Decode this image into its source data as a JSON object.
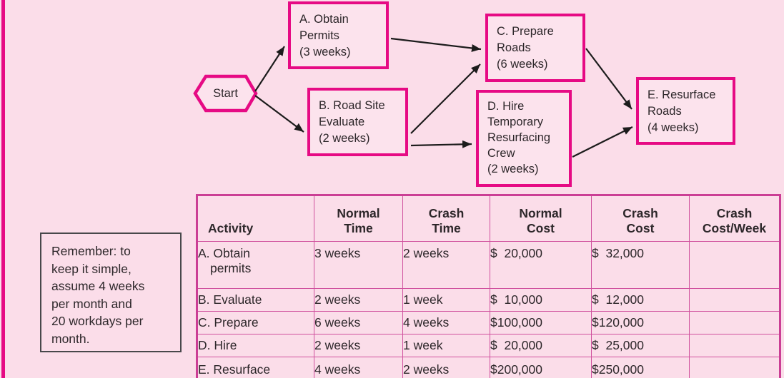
{
  "colors": {
    "background": "#fbdde9",
    "accent_magenta": "#e60a84",
    "table_line_pink": "#d0519e",
    "arrow_black": "#1c1c1c",
    "note_border_gray": "#48484b"
  },
  "diagram": {
    "start": {
      "label": "Start",
      "shape": "hexagon"
    },
    "nodes": [
      {
        "id": "A",
        "lines": [
          "A. Obtain",
          "Permits",
          "(3 weeks)"
        ]
      },
      {
        "id": "B",
        "lines": [
          "B. Road Site",
          "Evaluate",
          "(2 weeks)"
        ]
      },
      {
        "id": "C",
        "lines": [
          "C. Prepare",
          "Roads",
          "(6 weeks)"
        ]
      },
      {
        "id": "D",
        "lines": [
          "D. Hire",
          "Temporary",
          "Resurfacing",
          "Crew",
          "(2 weeks)"
        ]
      },
      {
        "id": "E",
        "lines": [
          "E. Resurface",
          "Roads",
          "(4 weeks)"
        ]
      }
    ],
    "edges": [
      {
        "from": "Start",
        "to": "A"
      },
      {
        "from": "Start",
        "to": "B"
      },
      {
        "from": "A",
        "to": "C"
      },
      {
        "from": "B",
        "to": "C"
      },
      {
        "from": "B",
        "to": "D"
      },
      {
        "from": "C",
        "to": "E"
      },
      {
        "from": "D",
        "to": "E"
      }
    ]
  },
  "note": {
    "lines": [
      "Remember: to",
      "keep it simple,",
      "assume 4 weeks",
      "per month and",
      "20 workdays per",
      "month."
    ]
  },
  "table": {
    "headers": [
      {
        "lines": [
          "Activity"
        ]
      },
      {
        "lines": [
          "Normal",
          "Time"
        ]
      },
      {
        "lines": [
          "Crash",
          "Time"
        ]
      },
      {
        "lines": [
          "Normal",
          "Cost"
        ]
      },
      {
        "lines": [
          "Crash",
          "Cost"
        ]
      },
      {
        "lines": [
          "Crash",
          "Cost/Week"
        ]
      }
    ],
    "rows": [
      {
        "activity": "A. Obtain",
        "activity_wrap": "permits",
        "normal_time": "3 weeks",
        "crash_time": "2 weeks",
        "normal_cost": "$  20,000",
        "crash_cost": "$  32,000",
        "crash_cost_per_week": ""
      },
      {
        "activity": "B. Evaluate",
        "activity_wrap": "",
        "normal_time": "2 weeks",
        "crash_time": "1 week",
        "normal_cost": "$  10,000",
        "crash_cost": "$  12,000",
        "crash_cost_per_week": ""
      },
      {
        "activity": "C. Prepare",
        "activity_wrap": "",
        "normal_time": "6 weeks",
        "crash_time": "4 weeks",
        "normal_cost": "$100,000",
        "crash_cost": "$120,000",
        "crash_cost_per_week": ""
      },
      {
        "activity": "D. Hire",
        "activity_wrap": "",
        "normal_time": "2 weeks",
        "crash_time": "1 week",
        "normal_cost": "$  20,000",
        "crash_cost": "$  25,000",
        "crash_cost_per_week": ""
      },
      {
        "activity": "E. Resurface",
        "activity_wrap": "",
        "normal_time": "4 weeks",
        "crash_time": "2 weeks",
        "normal_cost": "$200,000",
        "crash_cost": "$250,000",
        "crash_cost_per_week": ""
      }
    ]
  }
}
